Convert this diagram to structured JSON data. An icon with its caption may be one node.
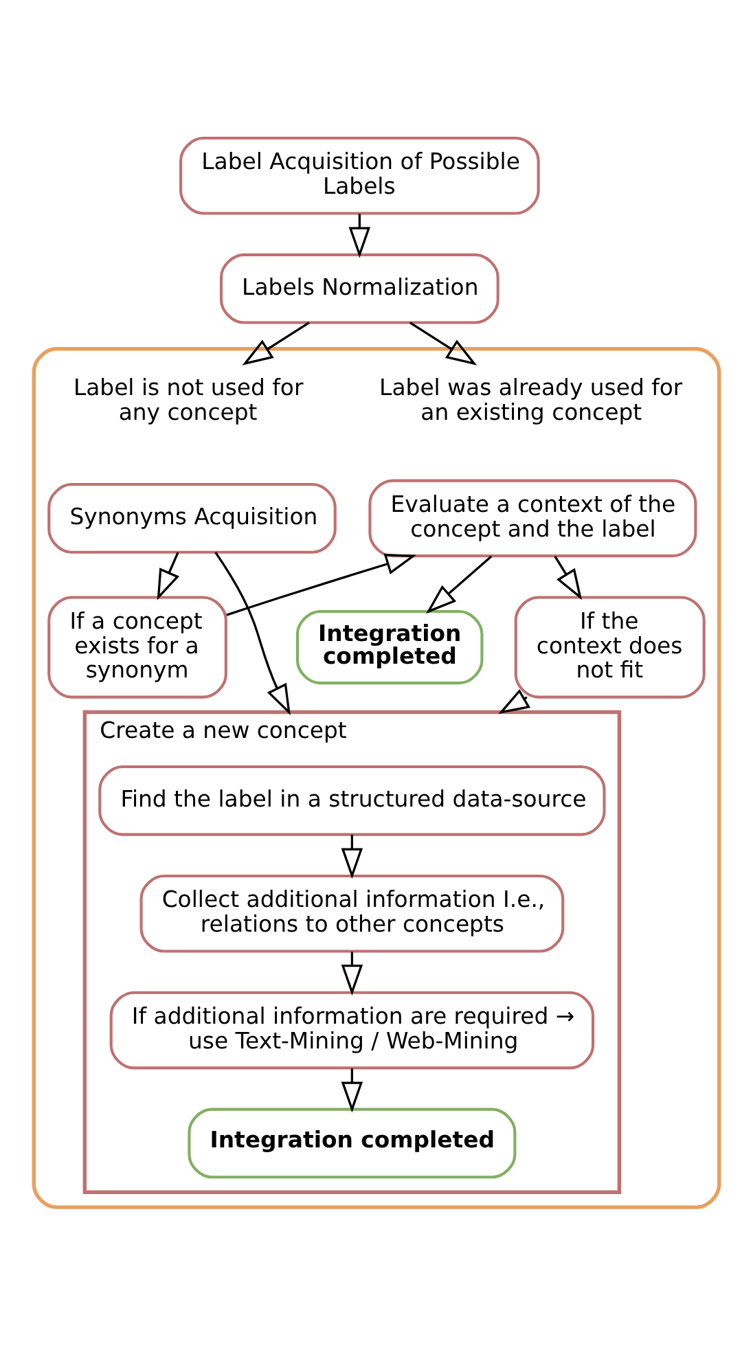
{
  "diagram": {
    "nodes": [
      {
        "text": [
          "Label Acquisition of Possible Labels"
        ]
      },
      {
        "text": [
          "Labels Normalization"
        ]
      },
      {
        "text": [],
        "shape": "box"
      },
      {
        "text": [
          "Label was already used for an existing concept"
        ],
        "in": 2
      },
      {
        "text": [
          "Label is not used for any concept"
        ],
        "in": 2
      },
      {
        "text": [
          "Evaluate a context of the concept and the label"
        ],
        "in": 2
      },
      {
        "text": [
          "Synonyms Acquisition"
        ],
        "in": 2
      },
      {
        "text": [
          "Integration completed"
        ],
        "in": 2
      },
      {
        "text": [
          "If the context does not fit"
        ],
        "in": 2
      },
      {
        "text": [
          "If a concept exists for a synonym"
        ],
        "in": 2
      },
      {
        "text": [
          "Create a new concept"
        ],
        "in": 2
      },
      {
        "text": [
          "Find the label in a structured data-source"
        ],
        "in": 10
      },
      {
        "text": [
          "Collect additional information I.e., relations to other concepts"
        ],
        "in": 10
      },
      {
        "text": [
          "If additional information are required → use Text-Mining / Web-Mining"
        ],
        "in": 10
      },
      {
        "text": [
          "Integration completed"
        ],
        "in": 10
      }
    ],
    "edges": [
      {
        "from": 0,
        "to": 1,
        "arrow": "to"
      },
      {
        "from": 1,
        "to": 3,
        "arrow": "to"
      },
      {
        "from": 1,
        "to": 4,
        "arrow": "to"
      },
      {
        "from": 5,
        "to": 7,
        "arrow": "to"
      },
      {
        "from": 5,
        "to": 8,
        "arrow": "to"
      },
      {
        "from": 6,
        "to": 9,
        "arrow": "to"
      },
      {
        "from": 9,
        "to": 5,
        "arrow": "to"
      },
      {
        "from": 8,
        "to": 10,
        "arrow": "to"
      },
      {
        "from": 6,
        "to": 10,
        "arrow": "to"
      },
      {
        "from": 11,
        "to": 12,
        "arrow": "to"
      },
      {
        "from": 12,
        "to": 13,
        "arrow": "to"
      },
      {
        "from": 13,
        "to": 14,
        "arrow": "to"
      }
    ]
  }
}
